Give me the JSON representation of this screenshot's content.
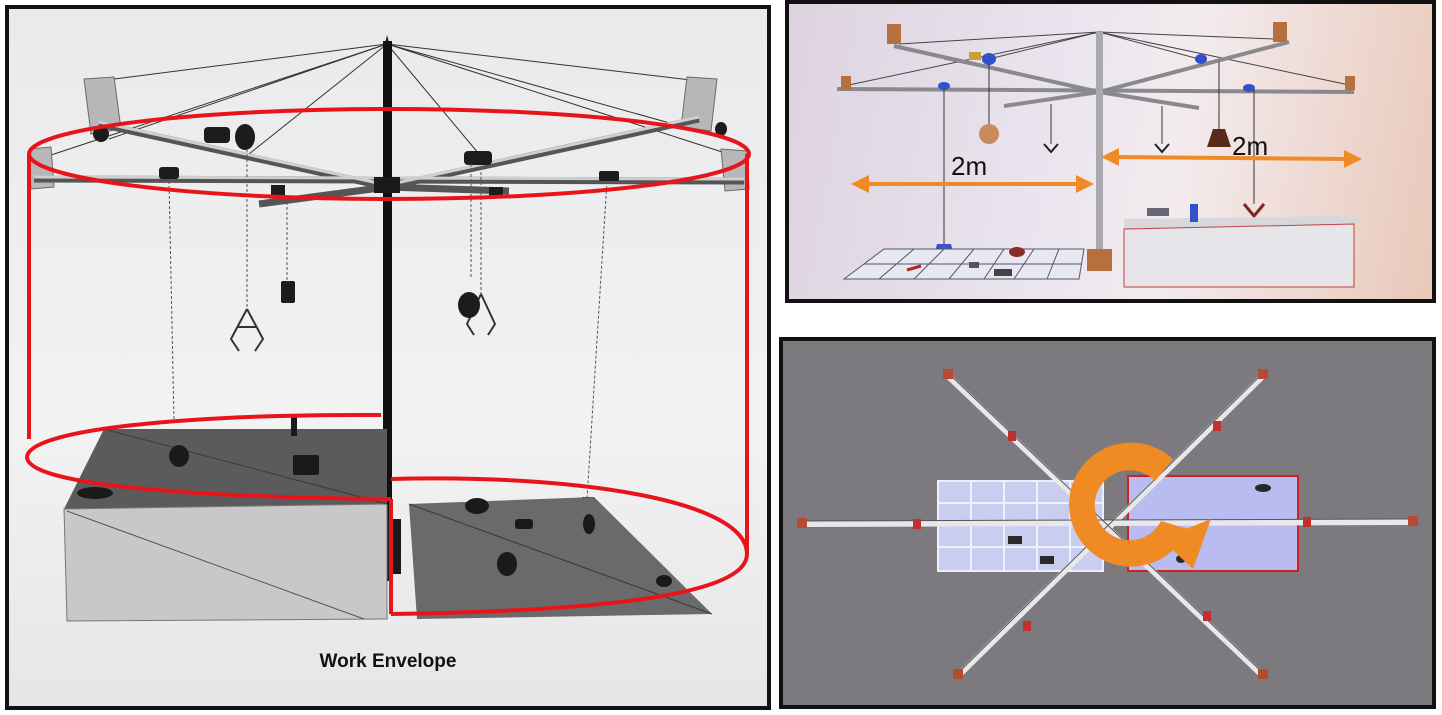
{
  "figure": {
    "left_panel": {
      "caption": "Work Envelope",
      "colors": {
        "envelope": "#e8141b",
        "structure": "#202020",
        "background": "#ececed"
      }
    },
    "top_right_panel": {
      "dimension_left": "2m",
      "dimension_right": "2m",
      "colors": {
        "arrow": "#f08a24",
        "post": "#a9a9ad",
        "table": "#e4e4e7"
      }
    },
    "bottom_right_panel": {
      "colors": {
        "rotation_arrow": "#f08a24",
        "background": "#7c7a7f",
        "grid": "#c9cdf0"
      },
      "icons": [
        "rotation-arrow-icon"
      ]
    }
  }
}
